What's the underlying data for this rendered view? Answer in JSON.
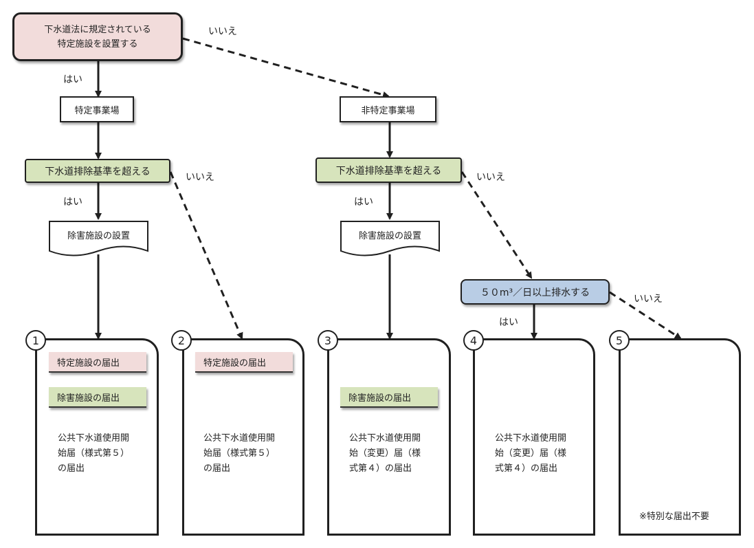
{
  "start": {
    "line1": "下水道法に規定されている",
    "line2": "特定施設を設置する"
  },
  "labels": {
    "yes_start": "はい",
    "no_start": "いいえ",
    "yes_left": "はい",
    "no_left": "いいえ",
    "yes_mid": "はい",
    "no_mid": "いいえ",
    "yes_50": "はい",
    "no_50": "いいえ"
  },
  "specific_site": "特定事業場",
  "non_specific_site": "非特定事業場",
  "exceeds_standard_left": "下水道排除基準を超える",
  "exceeds_standard_right": "下水道排除基準を超える",
  "removal_facility_left": "除害施設の設置",
  "removal_facility_right": "除害施設の設置",
  "discharge_50": "５０m³／日以上排水する",
  "outcomes": [
    {
      "num": "1",
      "tags": [
        "特定施設の届出",
        "除害施設の届出"
      ],
      "usage": [
        "公共下水道使用開",
        "始届（様式第５）",
        "の届出"
      ]
    },
    {
      "num": "2",
      "tags": [
        "特定施設の届出"
      ],
      "usage": [
        "公共下水道使用開",
        "始届（様式第５）",
        "の届出"
      ]
    },
    {
      "num": "3",
      "tags": [
        "除害施設の届出"
      ],
      "usage": [
        "公共下水道使用開",
        "始（変更）届（様",
        "式第４）の届出"
      ]
    },
    {
      "num": "4",
      "tags": [],
      "usage": [
        "公共下水道使用開",
        "始（変更）届（様",
        "式第４）の届出"
      ]
    },
    {
      "num": "5",
      "note": "※特別な届出不要"
    }
  ],
  "colors": {
    "pink": "#f2dcdb",
    "green": "#d7e4bc",
    "blue": "#b9cde5",
    "line": "#202020"
  }
}
